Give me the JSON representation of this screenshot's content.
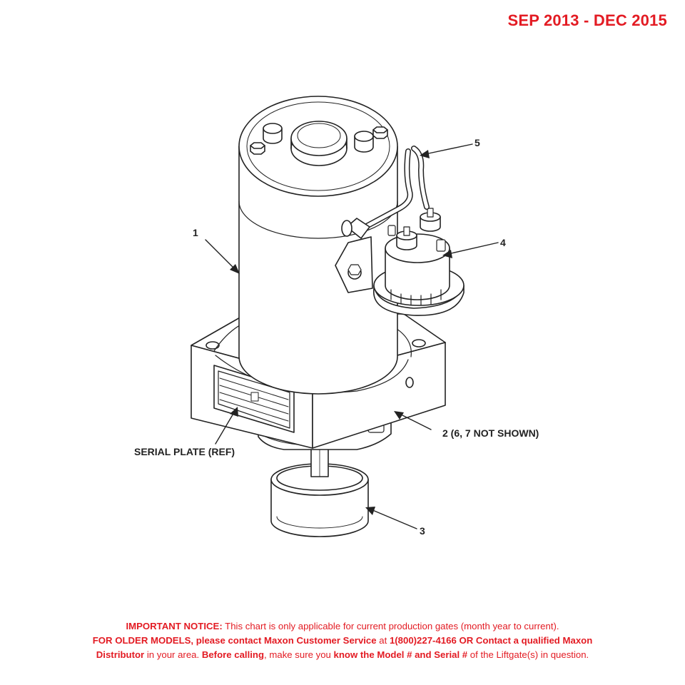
{
  "header": {
    "date_range": "SEP 2013 - DEC 2015"
  },
  "callouts": {
    "c1": "1",
    "c2": "2 (6, 7 NOT SHOWN)",
    "c3": "3",
    "c4": "4",
    "c5": "5",
    "serial": "SERIAL PLATE (REF)"
  },
  "notice": {
    "l1_bold": "IMPORTANT NOTICE:",
    "l1_text": " This chart is only applicable for current production gates (month year to current).",
    "l2_bold": "FOR OLDER MODELS, please contact Maxon Customer Service",
    "l2_text": " at ",
    "l2_bold2": "1(800)227-4166 OR Contact a qualified Maxon",
    "l3_bold": "Distributor",
    "l3_text": " in your area. ",
    "l3_bold2": "Before calling",
    "l3_text2": ", make sure you ",
    "l3_bold3": "know the Model # and Serial #",
    "l3_text3": " of the Liftgate(s) in question."
  },
  "colors": {
    "accent": "#e31b23",
    "ink": "#222222"
  }
}
